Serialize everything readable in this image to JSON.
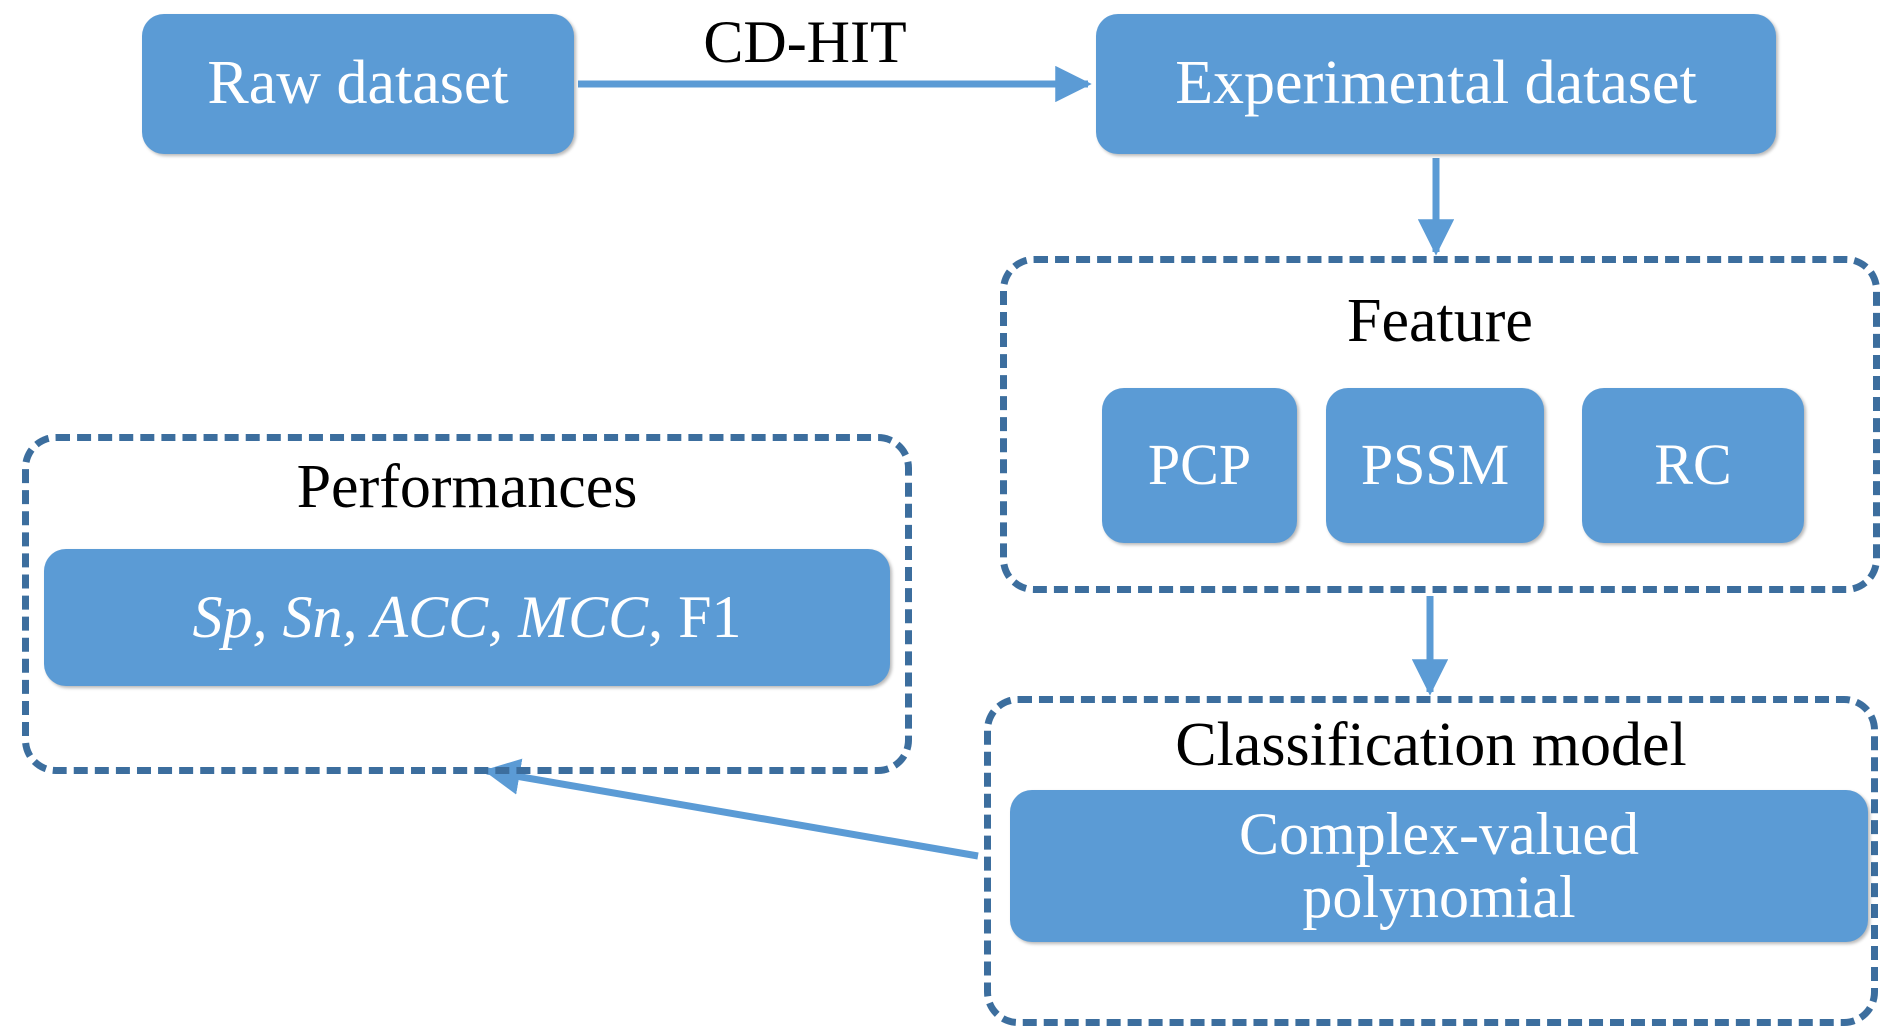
{
  "diagram": {
    "title": "Model workflow flowchart",
    "colors": {
      "node_fill": "#5B9BD5",
      "node_text": "#FFFFFF",
      "dashed_border": "#3C6E9E",
      "arrow": "#5B9BD5",
      "label_text": "#000000",
      "background": "#FFFFFF"
    },
    "nodes": {
      "raw_dataset": "Raw dataset",
      "experimental_dataset": "Experimental dataset",
      "pcp": "PCP",
      "pssm": "PSSM",
      "rc": "RC",
      "classifier": "Complex-valued\npolynomial"
    },
    "group_labels": {
      "feature": "Feature",
      "performances": "Performances",
      "classification_model": "Classification model"
    },
    "metrics": {
      "italic_part": "Sp, Sn, ACC, MCC",
      "separator": ", ",
      "upright_part": "F1",
      "full_text": "Sp, Sn, ACC, MCC, F1"
    },
    "edges": [
      {
        "name": "raw-to-experimental",
        "label": "CD-HIT",
        "from": "raw_dataset",
        "to": "experimental_dataset",
        "direction": "right"
      },
      {
        "name": "experimental-to-feature",
        "label": "",
        "from": "experimental_dataset",
        "to": "feature",
        "direction": "down"
      },
      {
        "name": "feature-to-classification",
        "label": "",
        "from": "feature",
        "to": "classification_model",
        "direction": "down"
      },
      {
        "name": "classification-to-performances",
        "label": "",
        "from": "classification_model",
        "to": "performances",
        "direction": "up-left"
      }
    ]
  }
}
